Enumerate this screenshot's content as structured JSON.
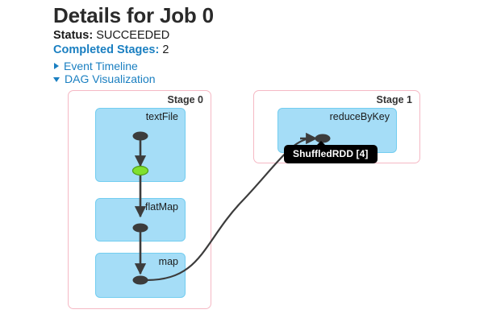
{
  "header": {
    "title": "Details for Job 0",
    "status_key": "Status:",
    "status_value": "SUCCEEDED",
    "stages_key": "Completed Stages:",
    "stages_value": "2"
  },
  "toggles": [
    {
      "label": "Event Timeline",
      "icon": "triangle-right-icon",
      "expanded": false
    },
    {
      "label": "DAG Visualization",
      "icon": "triangle-down-icon",
      "expanded": true
    }
  ],
  "dag": {
    "stages": [
      {
        "label": "Stage 0",
        "rdds": [
          {
            "label": "textFile"
          },
          {
            "label": "flatMap"
          },
          {
            "label": "map"
          }
        ]
      },
      {
        "label": "Stage 1",
        "rdds": [
          {
            "label": "reduceByKey"
          }
        ]
      }
    ],
    "tooltip": {
      "text": "ShuffledRDD [4]"
    }
  },
  "colors": {
    "link_blue": "#1a7fc1",
    "stage_border_pink": "#f5b8c4",
    "rdd_fill_blue": "#a5ddf7",
    "rdd_border_blue": "#73cdf0",
    "node_dark": "#3c3c3c",
    "node_cached_green": "#80e02e",
    "tooltip_bg": "#000000",
    "title_text": "#2a2a2a"
  }
}
